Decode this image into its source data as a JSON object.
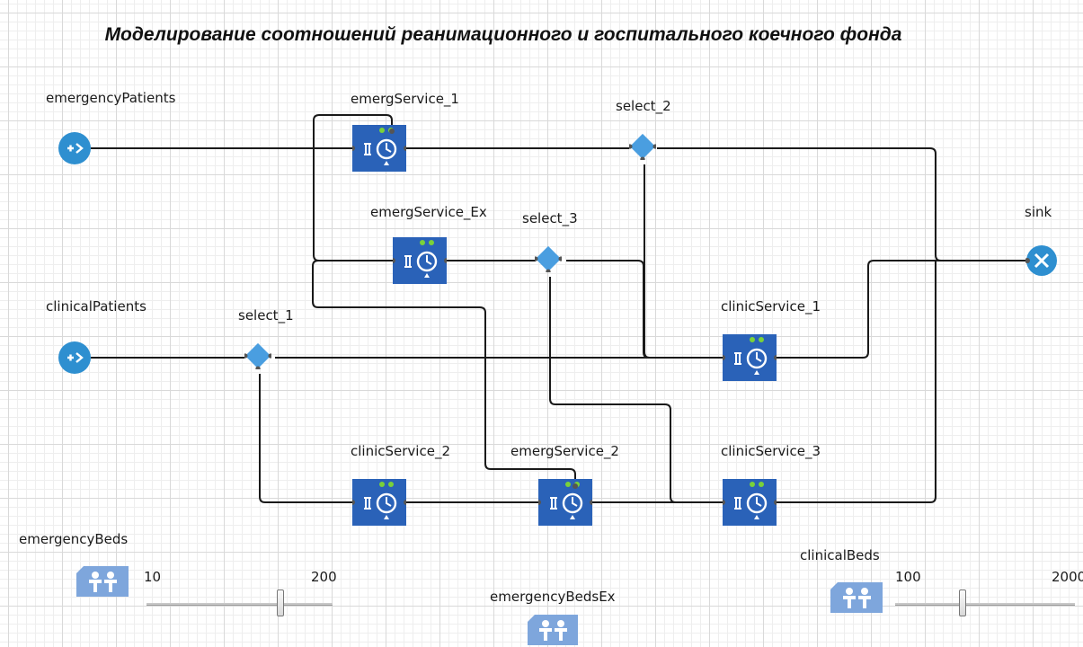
{
  "title": "Моделирование соотношений реанимационного и госпитального коечного фонда",
  "sources": {
    "emergencyPatients": "emergencyPatients",
    "clinicalPatients": "clinicalPatients"
  },
  "services": {
    "emergService_1": "emergService_1",
    "emergService_Ex": "emergService_Ex",
    "emergService_2": "emergService_2",
    "clinicService_1": "clinicService_1",
    "clinicService_2": "clinicService_2",
    "clinicService_3": "clinicService_3"
  },
  "selects": {
    "select_1": "select_1",
    "select_2": "select_2",
    "select_3": "select_3"
  },
  "sink": "sink",
  "resources": {
    "emergencyBeds": "emergencyBeds",
    "emergencyBedsEx": "emergencyBedsEx",
    "clinicalBeds": "clinicalBeds"
  },
  "sliders": {
    "emergencyBeds": {
      "min": "10",
      "max": "200",
      "value": 148
    },
    "clinicalBeds": {
      "min": "100",
      "max": "2000",
      "value": 800
    }
  },
  "icons": {
    "source": "source-arrow-icon",
    "service": "service-delay-icon",
    "select": "select-diamond-icon",
    "sink": "sink-x-icon",
    "resource": "resource-pool-icon"
  },
  "colors": {
    "block": "#2a62b8",
    "source": "#2e8fd0",
    "select": "#4a9ee0",
    "resource": "#7ea6dc",
    "indicator": "#7ad13a"
  }
}
